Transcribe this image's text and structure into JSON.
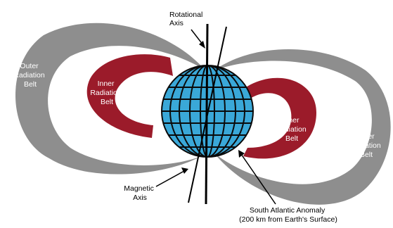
{
  "diagram": {
    "labels": {
      "rotational_axis": [
        "Rotational",
        "Axis"
      ],
      "magnetic_axis": [
        "Magnetic",
        "Axis"
      ],
      "outer_belt_left": [
        "Outer",
        "Radiation",
        "Belt"
      ],
      "outer_belt_right": [
        "Outer",
        "Radiation",
        "Belt"
      ],
      "inner_belt_left": [
        "Inner",
        "Radiation",
        "Belt"
      ],
      "inner_belt_right": [
        "Inner",
        "Radiation",
        "Belt"
      ],
      "south_atlantic_anomaly": [
        "South Atlantic Anomaly",
        "(200 km from Earth's Surface)"
      ]
    },
    "colors": {
      "outer_belt": "#8e8e8e",
      "inner_belt": "#9b1b2a",
      "earth": "#3aa8d8",
      "grid": "#0a0a0a",
      "axis": "#000000"
    }
  }
}
